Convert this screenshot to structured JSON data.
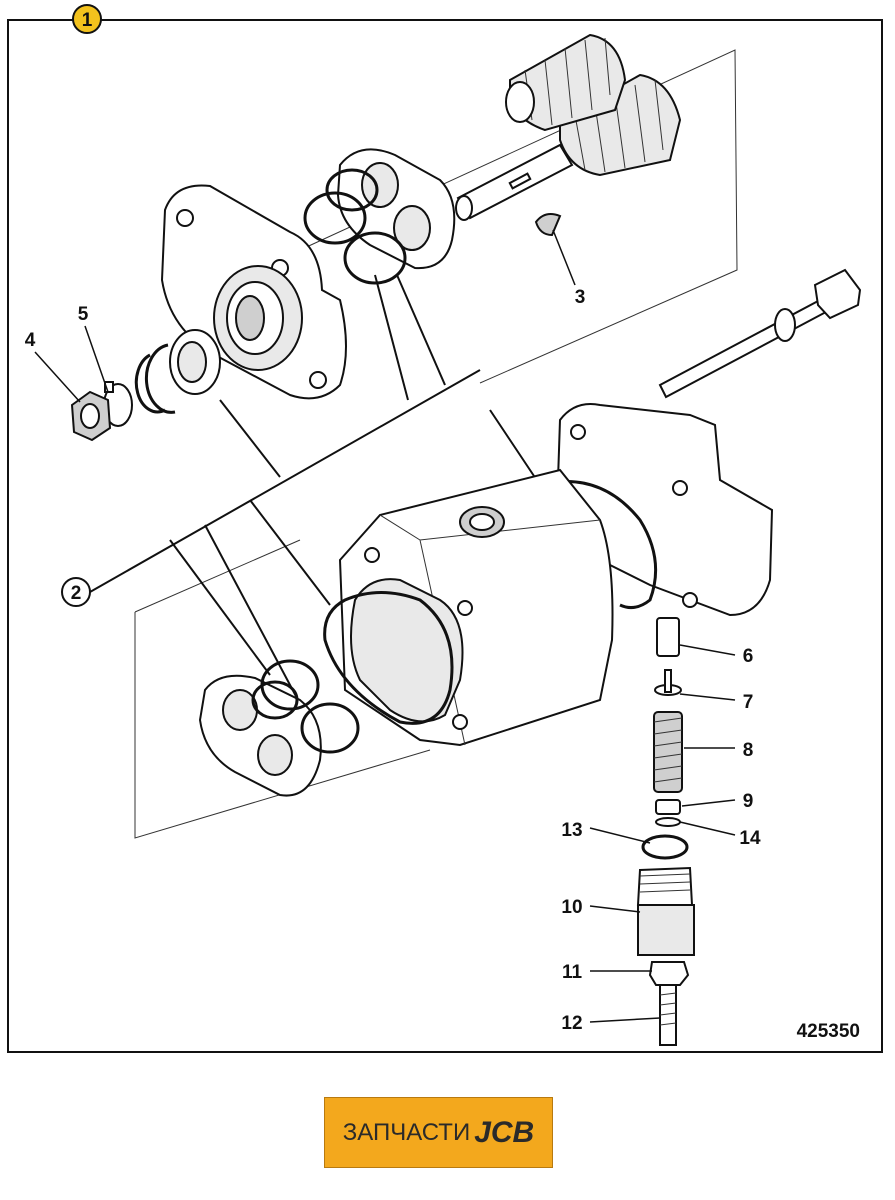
{
  "diagram": {
    "callouts": {
      "c1": "1",
      "c2": "2"
    },
    "labels": {
      "p3": "3",
      "p4": "4",
      "p5": "5",
      "p6": "6",
      "p7": "7",
      "p8": "8",
      "p9": "9",
      "p10": "10",
      "p11": "11",
      "p12": "12",
      "p13": "13",
      "p14": "14"
    },
    "figure_number": "425350"
  },
  "logo": {
    "text": "ЗАПЧАСТИ",
    "brand": "JCB",
    "background": "#f3a81d"
  }
}
